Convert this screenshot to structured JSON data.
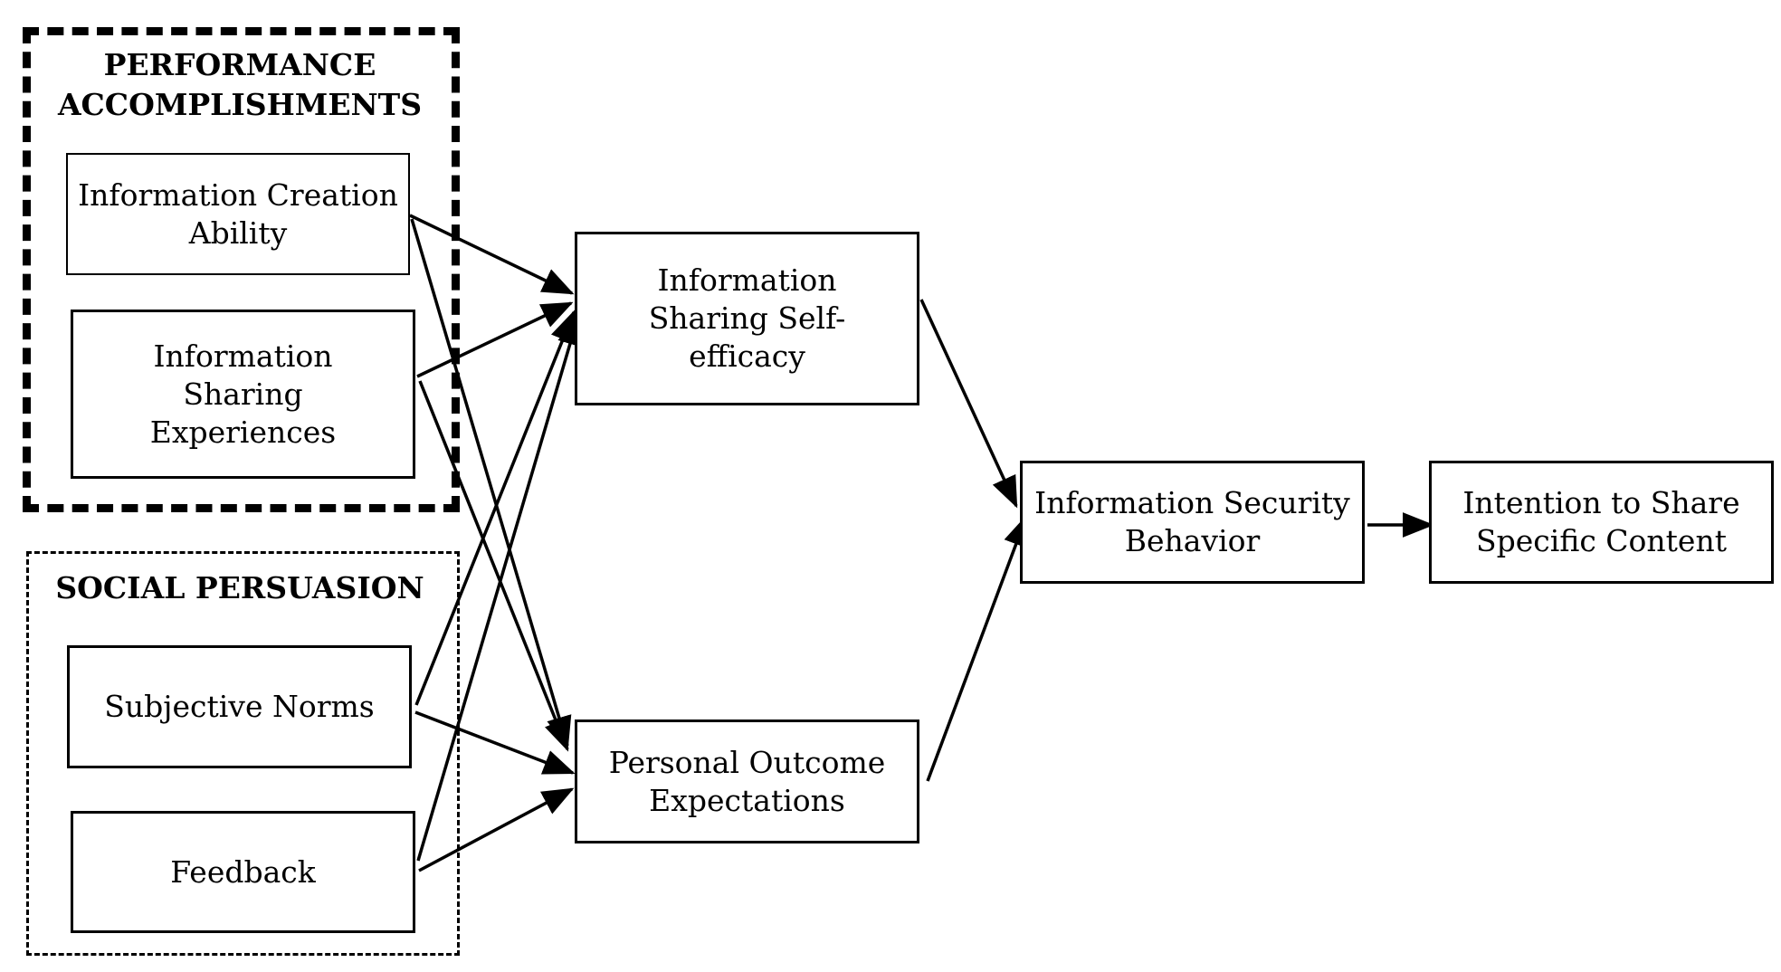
{
  "groups": {
    "performance": {
      "title": "PERFORMANCE\nACCOMPLISHMENTS"
    },
    "social": {
      "title": "SOCIAL PERSUASION"
    }
  },
  "nodes": {
    "info_creation_ability": {
      "label": "Information Creation Ability"
    },
    "info_sharing_experiences": {
      "label": "Information Sharing Experiences"
    },
    "subjective_norms": {
      "label": "Subjective Norms"
    },
    "feedback": {
      "label": "Feedback"
    },
    "info_sharing_self_efficacy": {
      "label": "Information Sharing Self-efficacy"
    },
    "personal_outcome_expectations": {
      "label": "Personal Outcome Expectations"
    },
    "info_security_behavior": {
      "label": "Information Security Behavior"
    },
    "intention_to_share": {
      "label": "Intention to Share Specific Content"
    }
  },
  "edges": [
    {
      "from": "info_creation_ability",
      "to": "info_sharing_self_efficacy"
    },
    {
      "from": "info_creation_ability",
      "to": "personal_outcome_expectations"
    },
    {
      "from": "info_sharing_experiences",
      "to": "info_sharing_self_efficacy"
    },
    {
      "from": "info_sharing_experiences",
      "to": "personal_outcome_expectations"
    },
    {
      "from": "subjective_norms",
      "to": "info_sharing_self_efficacy"
    },
    {
      "from": "subjective_norms",
      "to": "personal_outcome_expectations"
    },
    {
      "from": "feedback",
      "to": "info_sharing_self_efficacy"
    },
    {
      "from": "feedback",
      "to": "personal_outcome_expectations"
    },
    {
      "from": "info_sharing_self_efficacy",
      "to": "info_security_behavior"
    },
    {
      "from": "personal_outcome_expectations",
      "to": "info_security_behavior"
    },
    {
      "from": "info_security_behavior",
      "to": "intention_to_share"
    }
  ]
}
